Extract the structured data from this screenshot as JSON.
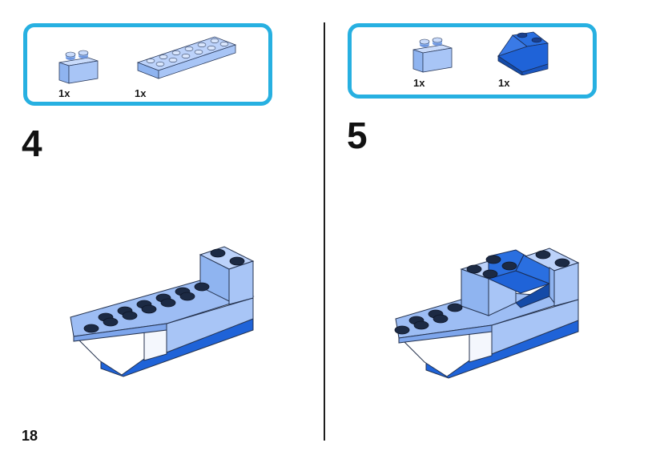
{
  "page": {
    "number": "18"
  },
  "steps": [
    {
      "number": "4",
      "parts": [
        {
          "qty": "1x",
          "icon": "brick-1x2-light-blue-icon",
          "color": "#8fb4f0"
        },
        {
          "qty": "1x",
          "icon": "plate-2x6-light-blue-icon",
          "color": "#8fb4f0"
        }
      ]
    },
    {
      "number": "5",
      "parts": [
        {
          "qty": "1x",
          "icon": "brick-1x2-light-blue-icon",
          "color": "#8fb4f0"
        },
        {
          "qty": "1x",
          "icon": "slope-2x2-blue-icon",
          "color": "#1f63d8"
        }
      ]
    }
  ],
  "colors": {
    "box_border": "#27b0e1",
    "light_blue": "#8fb4f0",
    "blue": "#1f63d8",
    "white": "#ffffff"
  }
}
